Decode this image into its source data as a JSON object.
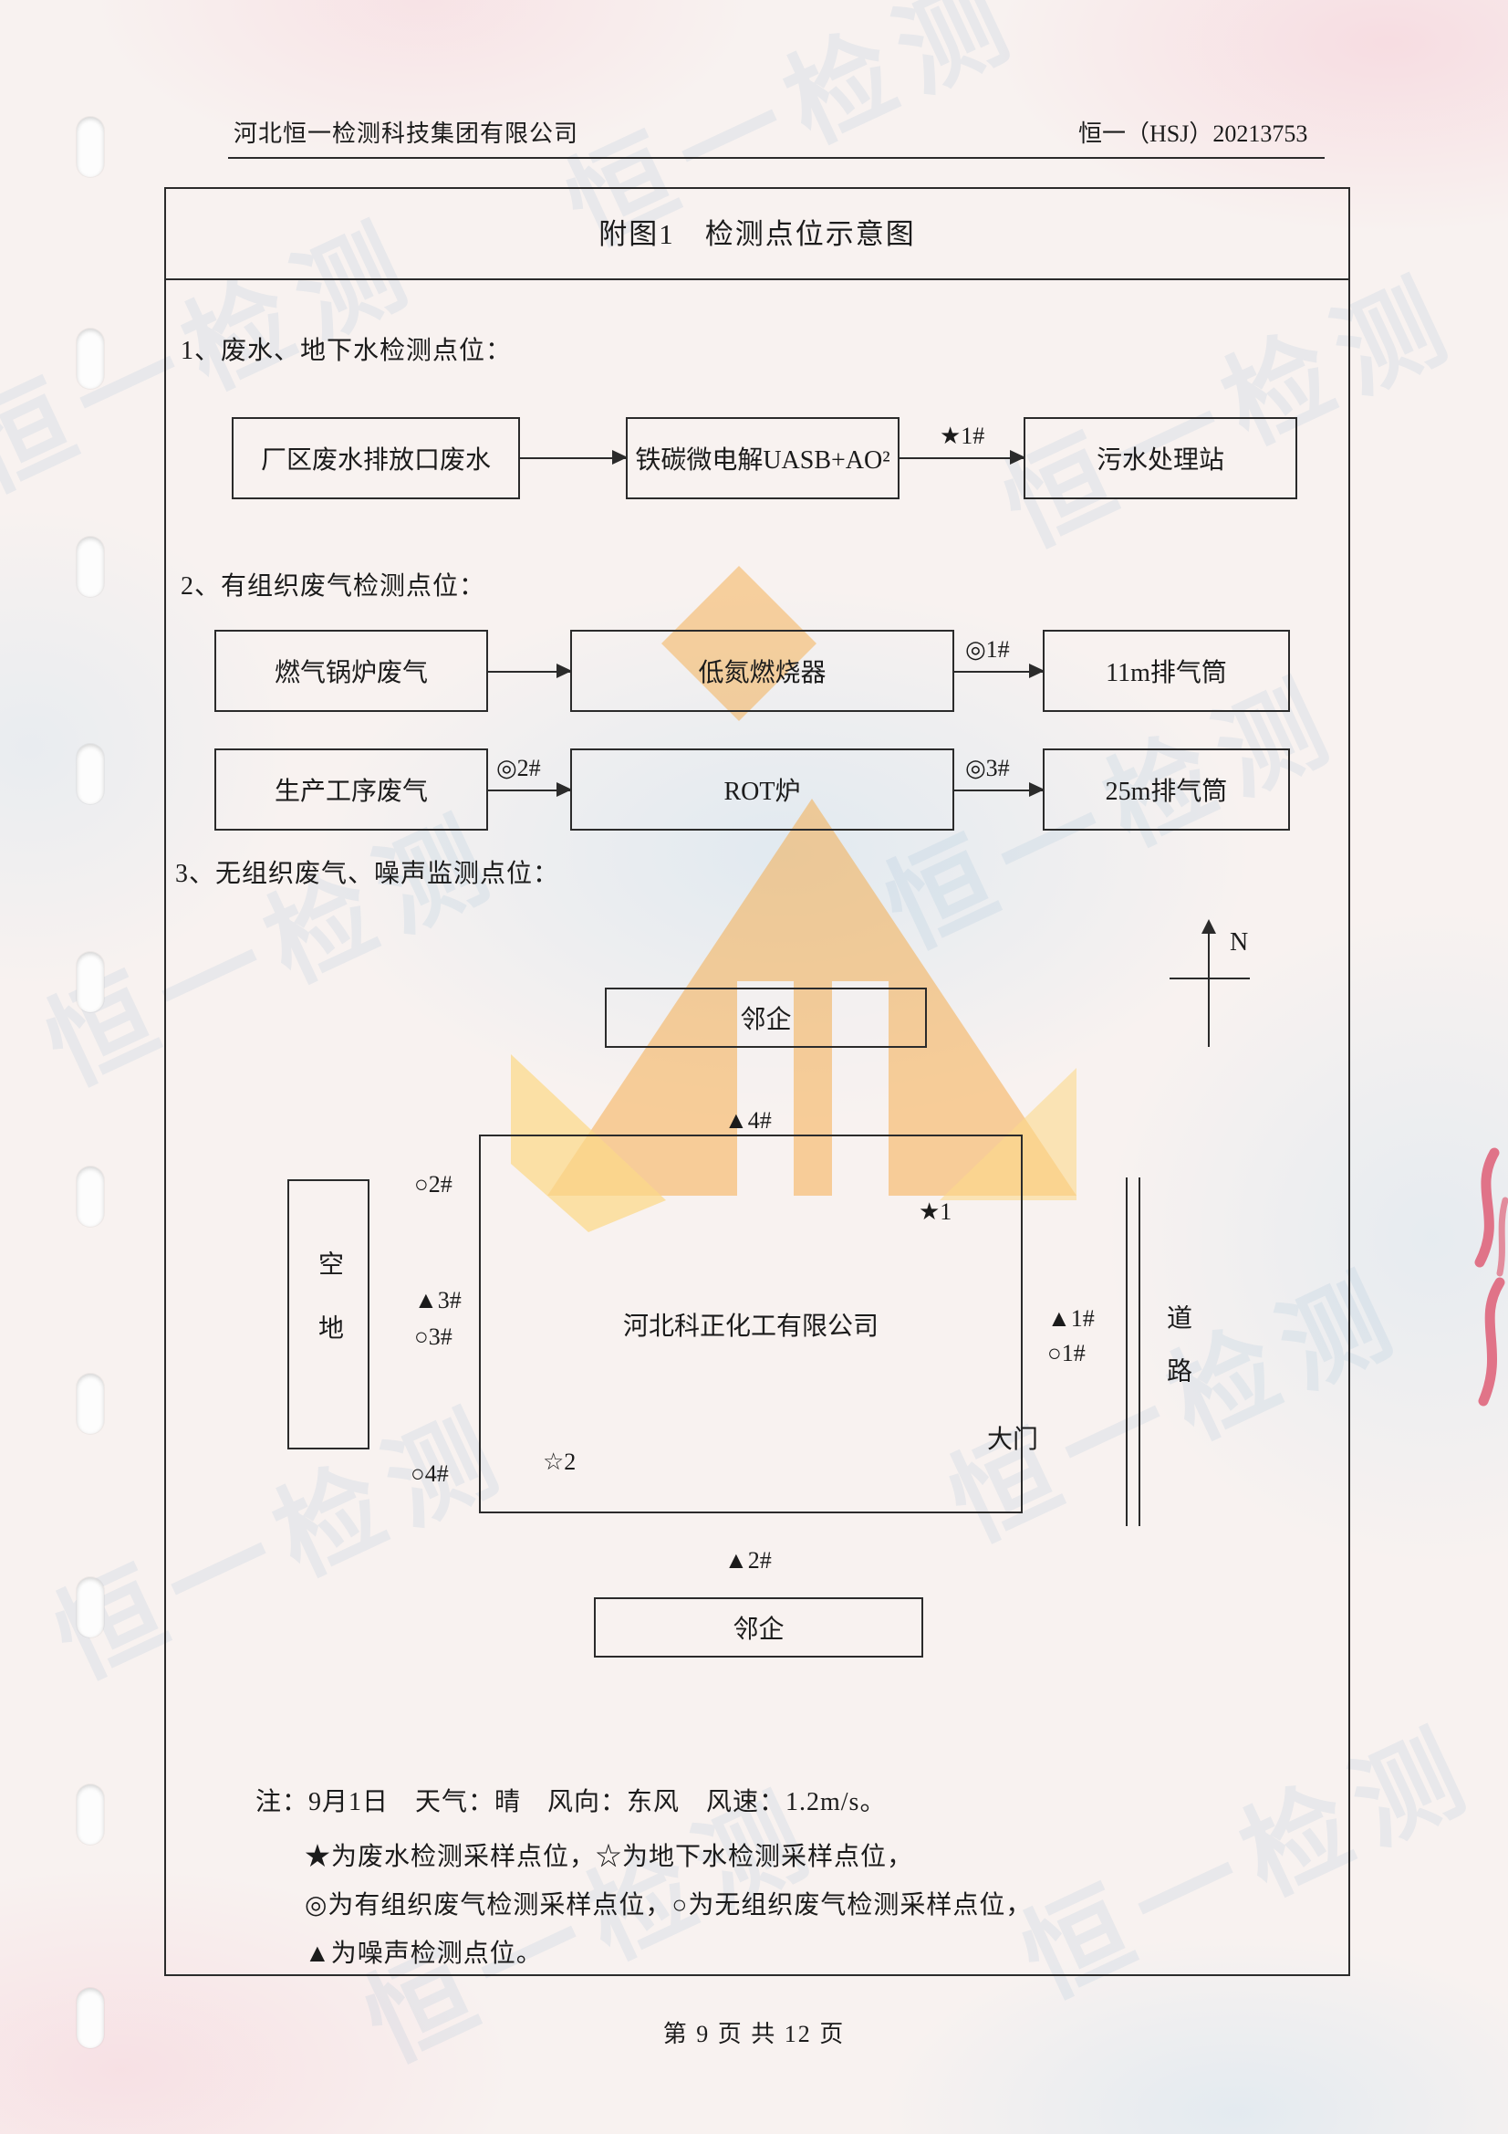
{
  "header": {
    "company": "河北恒一检测科技集团有限公司",
    "doc_no": "恒一（HSJ）20213753"
  },
  "figure": {
    "title": "附图1　检测点位示意图"
  },
  "section1": {
    "heading": "1、废水、地下水检测点位：",
    "box1": "厂区废水排放口废水",
    "box2": "铁碳微电解UASB+AO²",
    "marker": "★1#",
    "box3": "污水处理站"
  },
  "section2": {
    "heading": "2、有组织废气检测点位：",
    "row1": {
      "box1": "燃气锅炉废气",
      "box2": "低氮燃烧器",
      "marker": "◎1#",
      "box3": "11m排气筒"
    },
    "row2": {
      "box1": "生产工序废气",
      "marker1": "◎2#",
      "box2": "ROT炉",
      "marker2": "◎3#",
      "box3": "25m排气筒"
    }
  },
  "section3": {
    "heading": "3、无组织废气、噪声监测点位：",
    "map": {
      "north": "N",
      "neighbor_top": "邻企",
      "neighbor_bottom": "邻企",
      "empty_lot": "空地",
      "factory_name": "河北科正化工有限公司",
      "road": "道路",
      "gate": "大门",
      "marker_noise4": "▲4#",
      "marker_gas2": "○2#",
      "marker_noise3": "▲3#",
      "marker_gas3": "○3#",
      "marker_gas4": "○4#",
      "marker_water1": "★1",
      "marker_ground2": "☆2",
      "marker_noise1": "▲1#",
      "marker_gas1": "○1#",
      "marker_noise2": "▲2#"
    }
  },
  "notes": {
    "line1": "注：9月1日　天气：晴　风向：东风　风速：1.2m/s。",
    "line2": "★为废水检测采样点位，☆为地下水检测采样点位，",
    "line3": "◎为有组织废气检测采样点位，○为无组织废气检测采样点位，",
    "line4": "▲为噪声检测点位。"
  },
  "footer": {
    "page_info": "第 9 页 共 12 页"
  },
  "decor": {
    "watermark_text": "恒一检测",
    "accent_orange": "#f4a132",
    "watermark_blue": "#7aa8cc",
    "stamp_red": "#dd4b66"
  }
}
